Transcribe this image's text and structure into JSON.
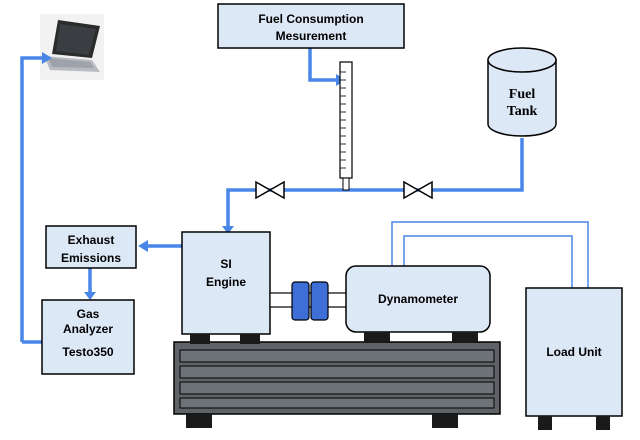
{
  "diagram": {
    "fuel_measurement": {
      "line1": "Fuel Consumption",
      "line2": "Mesurement"
    },
    "fuel_tank": {
      "line1": "Fuel",
      "line2": "Tank"
    },
    "exhaust": {
      "line1": "Exhaust",
      "line2": "Emissions"
    },
    "gas_analyzer": {
      "line1": "Gas",
      "line2": "Analyzer",
      "line3": "Testo350"
    },
    "engine": {
      "line1": "SI",
      "line2": "Engine"
    },
    "dynamometer": {
      "label": "Dynamometer"
    },
    "load_unit": {
      "label": "Load Unit"
    },
    "colors": {
      "box_fill": "#dde8f6",
      "pipe": "#4a86e8",
      "coupling": "#3d6fd6",
      "bench": "#5f6368",
      "feet": "#1a1a1a"
    },
    "icons": [
      "laptop-icon",
      "valve-icon",
      "burette-icon",
      "coupling-icon"
    ]
  }
}
